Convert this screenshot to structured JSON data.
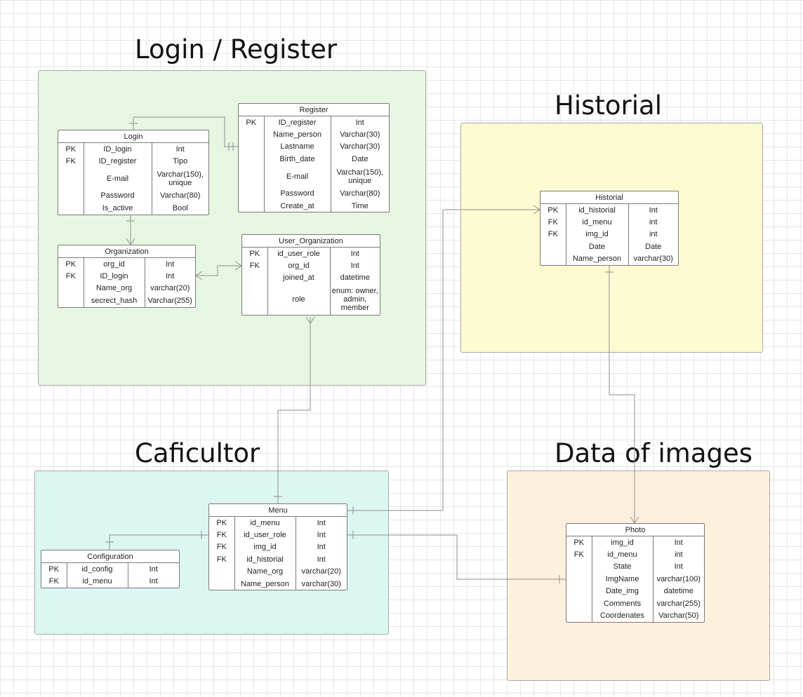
{
  "groups": {
    "login_register": {
      "title": "Login / Register",
      "color": "#e6f6e1"
    },
    "historial": {
      "title": "Historial",
      "color": "#fdfbd1"
    },
    "caficultor": {
      "title": "Caficultor",
      "color": "#dcf6f2"
    },
    "data_images": {
      "title": "Data of images",
      "color": "#fdf1dd"
    }
  },
  "tables": {
    "login": {
      "name": "Login",
      "rows": [
        {
          "key": "PK",
          "field": "ID_login",
          "type": "Int"
        },
        {
          "key": "FK",
          "field": "ID_register",
          "type": "Tipo"
        },
        {
          "key": "",
          "field": "E-mail",
          "type": "Varchar(150), unique"
        },
        {
          "key": "",
          "field": "Password",
          "type": "Varchar(80)"
        },
        {
          "key": "",
          "field": "Is_active",
          "type": "Bool"
        }
      ]
    },
    "register": {
      "name": "Register",
      "rows": [
        {
          "key": "PK",
          "field": "ID_register",
          "type": "Int"
        },
        {
          "key": "",
          "field": "Name_person",
          "type": "Varchar(30)"
        },
        {
          "key": "",
          "field": "Lastname",
          "type": "Varchar(30)"
        },
        {
          "key": "",
          "field": "Birth_date",
          "type": "Date"
        },
        {
          "key": "",
          "field": "E-mail",
          "type": "Varchar(150), unique"
        },
        {
          "key": "",
          "field": "Password",
          "type": "Varchar(80)"
        },
        {
          "key": "",
          "field": "Create_at",
          "type": "Time"
        }
      ]
    },
    "organization": {
      "name": "Organization",
      "rows": [
        {
          "key": "PK",
          "field": "org_id",
          "type": "Int"
        },
        {
          "key": "FK",
          "field": "ID_login",
          "type": "Int"
        },
        {
          "key": "",
          "field": "Name_org",
          "type": "varchar(20)"
        },
        {
          "key": "",
          "field": "secrect_hash",
          "type": "Varchar(255)"
        }
      ]
    },
    "user_organization": {
      "name": "User_Organization",
      "rows": [
        {
          "key": "PK",
          "field": "id_user_role",
          "type": "Int"
        },
        {
          "key": "FK",
          "field": "org_id",
          "type": "Int"
        },
        {
          "key": "",
          "field": "joined_at",
          "type": "datetime"
        },
        {
          "key": "",
          "field": "role",
          "type": "enum: owner, admin, member"
        }
      ]
    },
    "historial": {
      "name": "Historial",
      "rows": [
        {
          "key": "PK",
          "field": "id_historial",
          "type": "Int"
        },
        {
          "key": "FK",
          "field": "id_menu",
          "type": "int"
        },
        {
          "key": "FK",
          "field": "img_id",
          "type": "int"
        },
        {
          "key": "",
          "field": "Date",
          "type": "Date"
        },
        {
          "key": "",
          "field": "Name_person",
          "type": "varchar(30)"
        }
      ]
    },
    "menu": {
      "name": "Menu",
      "rows": [
        {
          "key": "PK",
          "field": "id_menu",
          "type": "Int"
        },
        {
          "key": "FK",
          "field": "id_user_role",
          "type": "Int"
        },
        {
          "key": "FK",
          "field": "img_id",
          "type": "Int"
        },
        {
          "key": "FK",
          "field": "id_historial",
          "type": "Int"
        },
        {
          "key": "",
          "field": "Name_org",
          "type": "varchar(20)"
        },
        {
          "key": "",
          "field": "Name_person",
          "type": "varchar(30)"
        }
      ]
    },
    "configuration": {
      "name": "Configuration",
      "rows": [
        {
          "key": "PK",
          "field": "id_config",
          "type": "Int"
        },
        {
          "key": "FK",
          "field": "id_menu",
          "type": "Int"
        }
      ]
    },
    "photo": {
      "name": "Photo",
      "rows": [
        {
          "key": "PK",
          "field": "img_id",
          "type": "Int"
        },
        {
          "key": "FK",
          "field": "id_menu",
          "type": "int"
        },
        {
          "key": "",
          "field": "State",
          "type": "Int"
        },
        {
          "key": "",
          "field": "ImgName",
          "type": "varchar(100)"
        },
        {
          "key": "",
          "field": "Date_img",
          "type": "datetime"
        },
        {
          "key": "",
          "field": "Comments",
          "type": "varchar(255)"
        },
        {
          "key": "",
          "field": "Coordenates",
          "type": "Varchar(50)"
        }
      ]
    }
  }
}
